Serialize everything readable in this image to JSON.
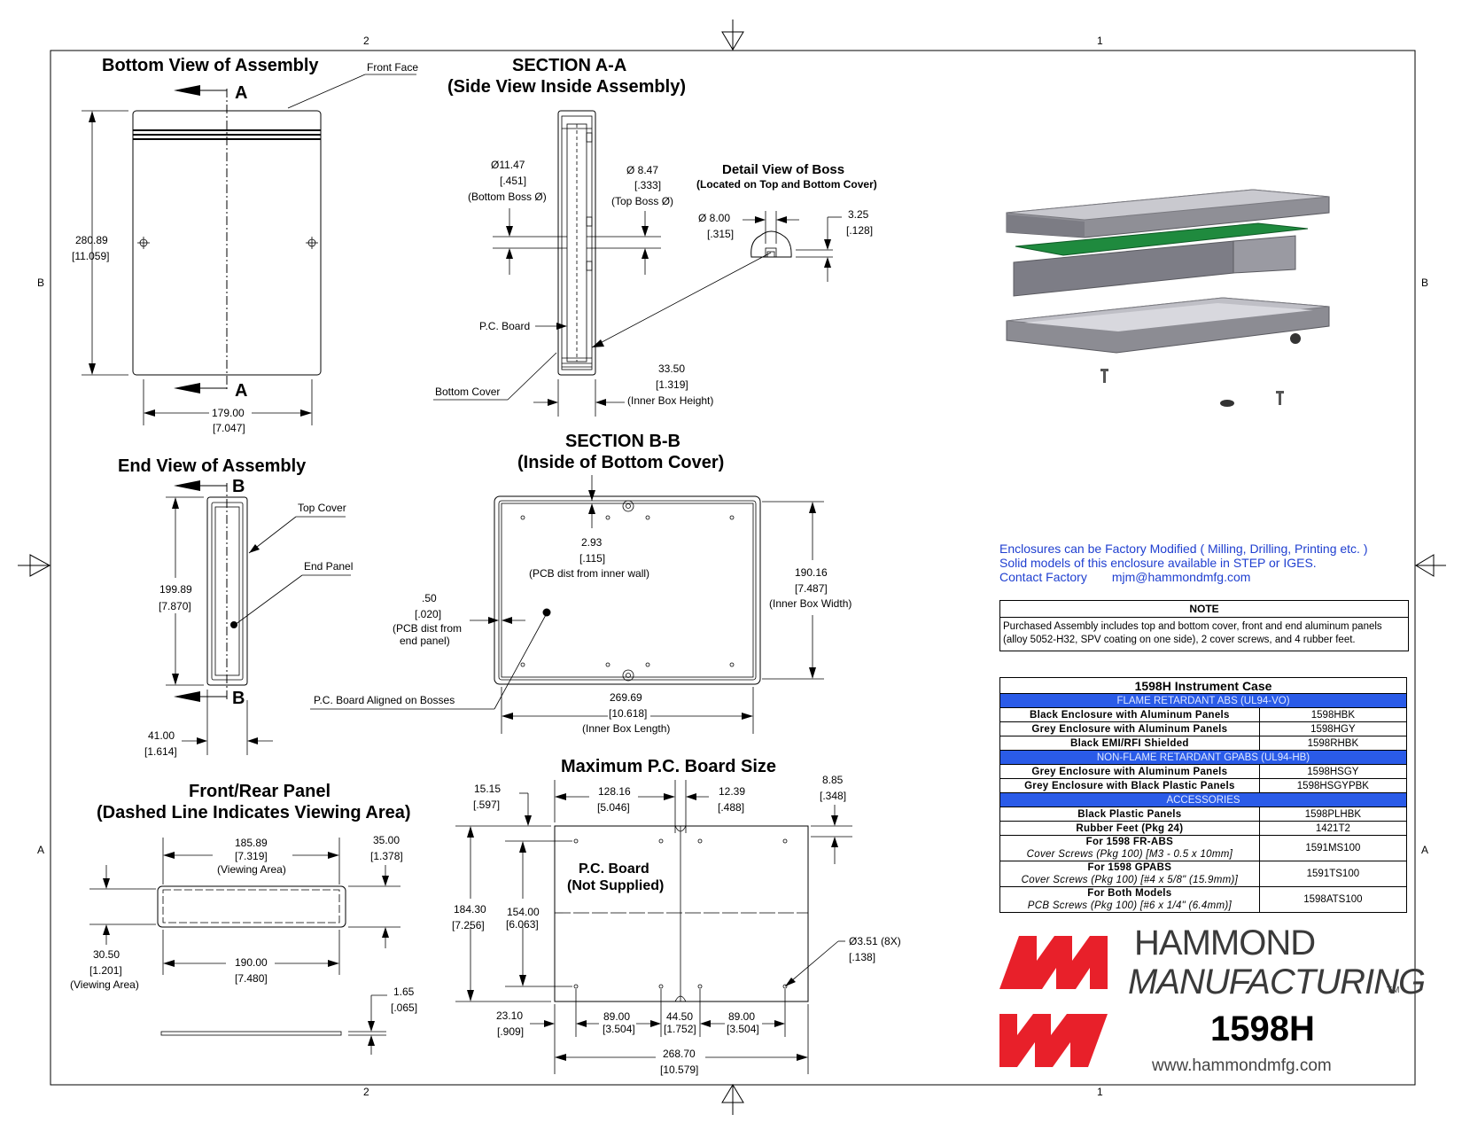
{
  "zones": {
    "top": [
      "2",
      "1"
    ],
    "bottom": [
      "2",
      "1"
    ],
    "left": [
      "B",
      "A"
    ],
    "right": [
      "B",
      "A"
    ]
  },
  "bottom_view": {
    "title": "Bottom View of Assembly",
    "front_face": "Front Face",
    "section_mark": "A",
    "height_mm": "280.89",
    "height_in": "[11.059]",
    "width_mm": "179.00",
    "width_in": "[7.047]"
  },
  "section_aa": {
    "title1": "SECTION A-A",
    "title2": "(Side View Inside Assembly)",
    "bottom_boss": [
      "Ø11.47",
      "[.451]",
      "(Bottom Boss Ø)"
    ],
    "top_boss": [
      "Ø 8.47",
      "[.333]",
      "(Top Boss Ø)"
    ],
    "pc_board": "P.C. Board",
    "bottom_cover": "Bottom Cover",
    "inner_height": [
      "33.50",
      "[1.319]",
      "(Inner Box Height)"
    ]
  },
  "detail_boss": {
    "title": "Detail View of Boss",
    "subtitle": "(Located on Top and Bottom Cover)",
    "dia": [
      "Ø 8.00",
      "[.315]"
    ],
    "height": [
      "3.25",
      "[.128]"
    ]
  },
  "end_view": {
    "title": "End View of Assembly",
    "section_mark": "B",
    "top_cover": "Top Cover",
    "end_panel": "End Panel",
    "height": [
      "199.89",
      "[7.870]"
    ],
    "width": [
      "41.00",
      "[1.614]"
    ]
  },
  "section_bb": {
    "title1": "SECTION B-B",
    "title2": "(Inside of Bottom Cover)",
    "pcb_wall": [
      "2.93",
      "[.115]",
      "(PCB dist from inner wall)"
    ],
    "pcb_end": [
      ".50",
      "[.020]",
      "(PCB dist from",
      "end panel)"
    ],
    "inner_width": [
      "190.16",
      "[7.487]",
      "(Inner Box Width)"
    ],
    "inner_length": [
      "269.69",
      "[10.618]",
      "(Inner Box Length)"
    ],
    "aligned": "P.C. Board Aligned on Bosses"
  },
  "front_panel": {
    "title1": "Front/Rear Panel",
    "title2": "(Dashed Line Indicates Viewing Area)",
    "view_width": [
      "185.89",
      "[7.319]",
      "(Viewing Area)"
    ],
    "height": [
      "35.00",
      "[1.378]"
    ],
    "view_height": [
      "30.50",
      "[1.201]",
      "(Viewing Area)"
    ],
    "width": [
      "190.00",
      "[7.480]"
    ],
    "thickness": [
      "1.65",
      "[.065]"
    ]
  },
  "max_pcb": {
    "title": "Maximum P.C. Board Size",
    "board1": "P.C. Board",
    "board2": "(Not Supplied)",
    "d_15": [
      "15.15",
      "[.597]"
    ],
    "d_128": [
      "128.16",
      "[5.046]"
    ],
    "d_12": [
      "12.39",
      "[.488]"
    ],
    "d_8": [
      "8.85",
      "[.348]"
    ],
    "d_184": [
      "184.30",
      "[7.256]"
    ],
    "d_154": [
      "154.00",
      "[6.063]"
    ],
    "hole": [
      "Ø3.51 (8X)",
      "[.138]"
    ],
    "d_23": [
      "23.10",
      "[.909]"
    ],
    "d_89a": [
      "89.00",
      "[3.504]"
    ],
    "d_44": [
      "44.50",
      "[1.752]"
    ],
    "d_89b": [
      "89.00",
      "[3.504]"
    ],
    "d_268": [
      "268.70",
      "[10.579]"
    ]
  },
  "info": {
    "line1": "Enclosures can be Factory Modified ( Milling, Drilling, Printing etc. )",
    "line2": "Solid models of this enclosure available in STEP or IGES.",
    "line3a": "Contact Factory",
    "line3b": "mjm@hammondmfg.com"
  },
  "note": {
    "heading": "NOTE",
    "text": "Purchased Assembly includes top and bottom cover, front and end aluminum panels (alloy 5052-H32, SPV coating on one side), 2 cover screws, and 4 rubber feet."
  },
  "parts_table": {
    "title": "1598H Instrument Case",
    "rows": [
      {
        "section": "FLAME RETARDANT ABS (UL94-VO)"
      },
      {
        "desc": "Black Enclosure with Aluminum Panels",
        "pn": "1598HBK"
      },
      {
        "desc": "Grey Enclosure with Aluminum Panels",
        "pn": "1598HGY"
      },
      {
        "desc": "Black EMI/RFI Shielded",
        "pn": "1598RHBK"
      },
      {
        "section": "NON-FLAME RETARDANT GPABS (UL94-HB)"
      },
      {
        "desc": "Grey Enclosure with Aluminum Panels",
        "pn": "1598HSGY"
      },
      {
        "desc": "Grey Enclosure with Black Plastic Panels",
        "pn": "1598HSGYPBK"
      },
      {
        "section": "ACCESSORIES"
      },
      {
        "desc": "Black Plastic Panels",
        "pn": "1598PLHBK"
      },
      {
        "desc": "Rubber Feet (Pkg 24)",
        "pn": "1421T2"
      },
      {
        "desc": "For 1598 FR-ABS",
        "sub": "Cover Screws (Pkg 100) [M3 - 0.5 x 10mm]",
        "pn": "1591MS100"
      },
      {
        "desc": "For 1598 GPABS",
        "sub": "Cover Screws (Pkg 100) [#4 x 5/8\" (15.9mm)]",
        "pn": "1591TS100"
      },
      {
        "desc": "For Both Models",
        "sub": "PCB Screws (Pkg 100) [#6 x 1/4\" (6.4mm)]",
        "pn": "1598ATS100"
      }
    ]
  },
  "logo": {
    "brand1": "HAMMOND",
    "brand2": "MANUFACTURING",
    "tm": "TM",
    "model": "1598H",
    "url": "www.hammondmfg.com",
    "color": "#e8202a"
  }
}
